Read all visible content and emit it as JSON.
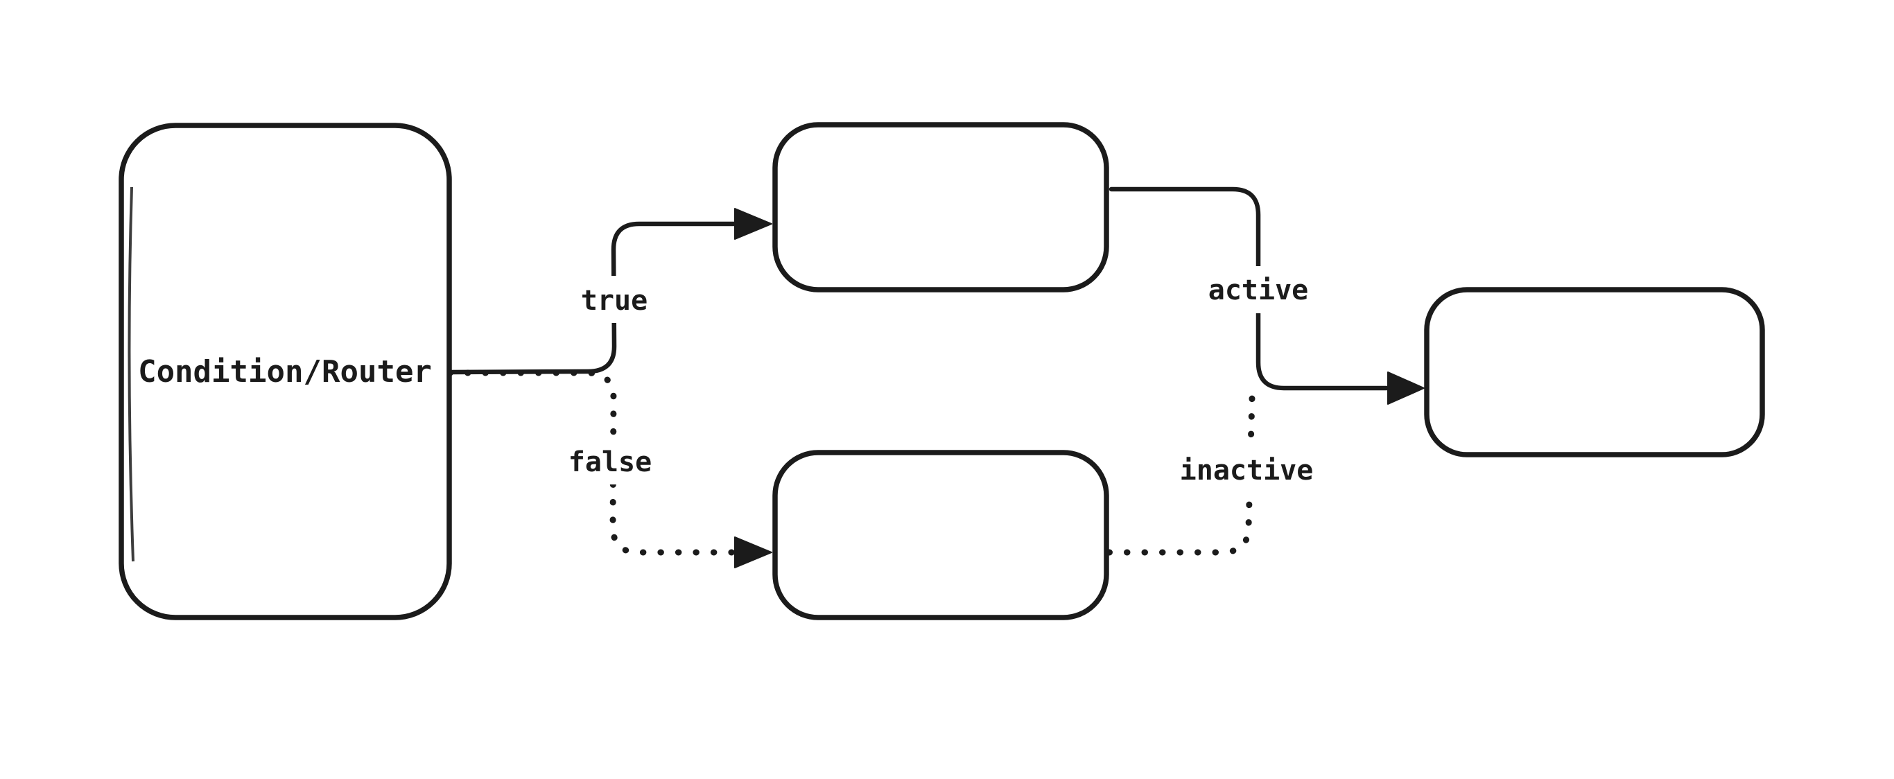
{
  "canvas": {
    "background_color": "#ffffff",
    "stroke_color": "#1b1b1b",
    "style": "hand-drawn-flowchart"
  },
  "nodes": {
    "condition": {
      "label": "Condition/Router"
    },
    "true_target": {
      "label": ""
    },
    "false_target": {
      "label": ""
    },
    "final": {
      "label": ""
    }
  },
  "edges": {
    "true_edge": {
      "label": "true",
      "style": "solid",
      "from": "condition",
      "to": "true_target"
    },
    "false_edge": {
      "label": "false",
      "style": "dotted",
      "from": "condition",
      "to": "false_target"
    },
    "active_edge": {
      "label": "active",
      "style": "solid",
      "from": "true_target",
      "to": "final"
    },
    "inactive_edge": {
      "label": "inactive",
      "style": "dotted",
      "from": "false_target",
      "to": "final"
    }
  }
}
